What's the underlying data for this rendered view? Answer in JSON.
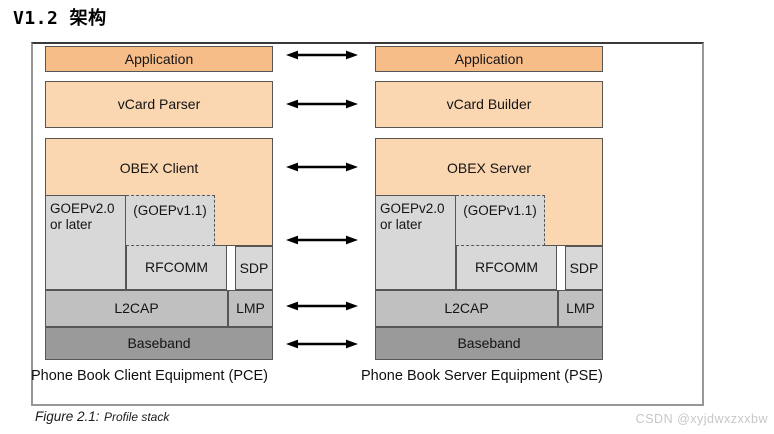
{
  "page": {
    "title": "V1.2 架构",
    "watermark": "CSDN @xyjdwxzxxbw"
  },
  "figure": {
    "caption": {
      "prefix": "Figure 2.1:",
      "text": "Profile stack"
    },
    "colors": {
      "orange_dark": "#F7BD88",
      "orange_light": "#FAD6B1",
      "gray_light": "#D8D8D8",
      "gray_mid": "#C0C0C0",
      "gray_dark": "#9A9A9A",
      "border": "#565656",
      "arrow": "#000000"
    },
    "arrow_icon": "double-headed-horizontal-arrow",
    "pce": {
      "label": "Phone Book Client Equipment (PCE)",
      "application": "Application",
      "vcard": "vCard Parser",
      "obex": "OBEX Client",
      "goep2_line1": "GOEPv2.0",
      "goep2_line2": "or later",
      "goep1": "(GOEPv1.1)",
      "rfcomm": "RFCOMM",
      "sdp": "SDP",
      "l2cap": "L2CAP",
      "lmp": "LMP",
      "baseband": "Baseband"
    },
    "pse": {
      "label": "Phone Book Server Equipment (PSE)",
      "application": "Application",
      "vcard": "vCard Builder",
      "obex": "OBEX Server",
      "goep2_line1": "GOEPv2.0",
      "goep2_line2": "or later",
      "goep1": "(GOEPv1.1)",
      "rfcomm": "RFCOMM",
      "sdp": "SDP",
      "l2cap": "L2CAP",
      "lmp": "LMP",
      "baseband": "Baseband"
    }
  }
}
